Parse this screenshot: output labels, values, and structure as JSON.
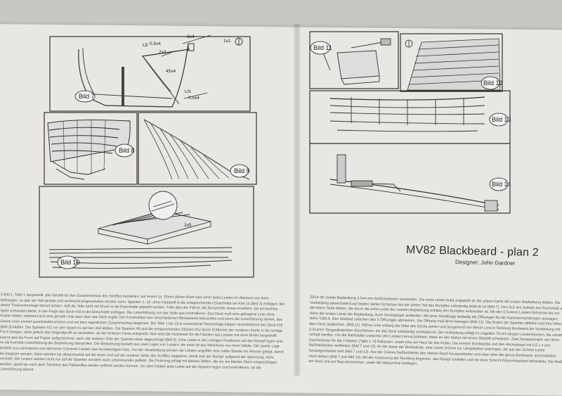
{
  "plan": {
    "title": "MV82 Blackbeard - plan 2",
    "designer": "Designer: John Gardner"
  },
  "figures": {
    "bild7": "Bild 7",
    "bild8": "Bild 8",
    "bild9": "Bild 9",
    "bild10": "Bild 10",
    "bild11": "Bild 11",
    "bild12": "Bild 12",
    "bild13": "Bild 13",
    "bild14": "Bild 14"
  },
  "annotations": {
    "le": "LE",
    "le_size": "0,5x4",
    "size_2x4": "2x4",
    "size_2x2": "2x2",
    "size_45": "45x4",
    "size_1x1": "1x1",
    "ln": "LN",
    "ln_size": "0,5x4",
    "size_2x5": "2x5"
  },
  "text": {
    "left": "2 Bild 1, Tafel 1 dargestellt, das Gestell für den Zusammenbau des Schiffes herstellen: auf einem ca. 15mm dicken Brett zwei 4mm dicke Leisten im Abstand von 4mm befestigen, so daß der Kiel gerade und senkrecht eingeschoben werden kann. Spanten 1.-10. ohne Klebstoff in die entsprechenden Einschnitte am Kiel 14 (Bild 2) einfügen. Bei dieser Trockenmontage darauf achten, daß die Teile nicht mit Druck in die Einschnitte gepreßt werden. Falls dies der Fall ist, die Einschnitte etwas erweitern, bis ein leichtes Spiel vorhanden bleibt. In der Folge das Deck #16 in die Einschnitte einfügen. Die Linienführung von der Seite aus kontrollieren. Das Deck muß eine gebogene Linie ohne Knicke bilden, während sich eine gerade Linie quer über das Deck ergibt. Die Konstruktion aus verschiedenen Blickwinkeln betrachten und wenn die Linienführung stimmt, das Ganze noch einmal auseinandernehmen und mit dem eigentlichen Zusammenbau beginnen. Die Teile 1 bis 10 in numerischer Reihenfolge kleben. Anschließend das Deck #16 (Bild 3) kleben. Die Spanten #11 vor den Spant #1 auf den Kiel kleben. Die Spanten #8 und die entsprechenden Stützen #12 durch Entfernen der vorderen Kante in die richtige Form bringen, ohne jedoch das Originalprofil zu verändern, da der hinteren Kante entspricht. Nun wird die Heckleiste für die Planken aus Leisten mit 4mm Breite hergestellt: zuerst wird die Form auf Papier aufgezeichnet, dann die anderen Teile der Spanten stark abgeschrägt (Bild 5). Eine Leiste in den richtigen Positionen auf den Rumpf legen und es die korrekte Linienführung der Beplankung überprüfen. Die Beplankung besteht aus zwei Lagen von Leisten: die erste ist aus Weichholz von 4mm Stärke. Die zweite Lage besteht aus schmaleren und dünneren 0,5x4mm Leisten aus hochwertigem Holz. Vor der Verarbeitung werden die Leisten ungefähr eine halbe Stunde ins Wasser gelegt, damit sie biegsam werden. Dann werden sie abwechselnd auf der einen und auf der anderen Seite des Schiffes angeleimt, damit sich der Rumpf, aufgrund der Spannung, nicht verzieht. Die Leisten werden nicht nur auf die Spanten sondern auch untereinander geklebt. Die Fixierung erfolgt mit kleinen Stiften, die nur ein kleines Stück eingeschlagen werden, damit sie nach dem Trocknen des Klebstoffes wieder entfernt werden können. Vor dem Kleben jede Leiste auf die Spanten legen und kontrollieren, ob die Linienführung stimmt.",
    "right": "5)Für die zweite Beplankung 0,5x4 mm Nußholzleisten verwenden. Die erste Leiste exakt angepaßt an die untere Kante der ersten Beplankung kleben. Die Verkleidung abwechselnd auf beiden Seiten fortsetzen bis der untere Teil des Rumpfes vollständig bedeckt ist (Bild 7). Den 2x3 mm Aufsatz aus Buchsholz auf die kleine Stufe kleben, die durch die erste Leiste der zweiten Beplankung entlang des Rumpfes entstanden ist. Mit den 0,5x4mm Leisten fortsetzen bis zur Höhe der ersten Leiste der Beplankung. Auch Heckspiegel verkleiden. Mit einer Metallsäge beiläufig die Öffnungen für die Kanonenmündungen aussägen, siehe Tafel A. Den Abstand zwischen den 5 Öffnungen abmessen. Die Öffnung muß 8mm betragen (Bild 12). Die Enden der Spanten abfeilen und Ihre Höhe dem Deck angleichen. (Bild 11). 6)Eine Linie entlang der Mitte des Decks ziehen und ausgehend von dieser Linie in Richtung Bordwand die Verkleidung mit 0,5x4mm Tanganjikaleisten durchführen, bis das Deck vollständig verkleidet ist. Die Verkleidung erfolgt im ungefähr 70 mm langen Leistenstücken, die versetzt verlegt werden. Um die Nahtstellen zwischen den Leisten hervorzuheben, diese an den Seiten mit einem Bleistift schwärzen. Zwei Aussparungen von 8mm Durchmesser für die 2 Masten (Tafel 1 -3) freilassen, sowie eine am Heck für das Ruder. Die inneren Bordwände und den Heckspiegel mit 0,5 x 4 mm Nußholzleisten verkleiden (Bild 7 und 13). An der Basis der Bordwände, eine Leiste 2x2mm zur Längsbalken anbringen, die aus der 2x2mm Leiste herausgearbeitet wird (Bild 7 und 13). Aus der 2x4mm Nußholzleiste den oberen Rand herausarbeiten und oben über die ganze Bordwand, einschließlich Heck kleben (Bild 7 und Bild 13). Mit der Anpassung der Rundung beginnen, den Rumpf schleifen und mit einer Schicht Polyurethanlack behandeln. Die Maße am Heck und am Bug einzeichnen, sowie die Wasserlinie festlegen."
  }
}
